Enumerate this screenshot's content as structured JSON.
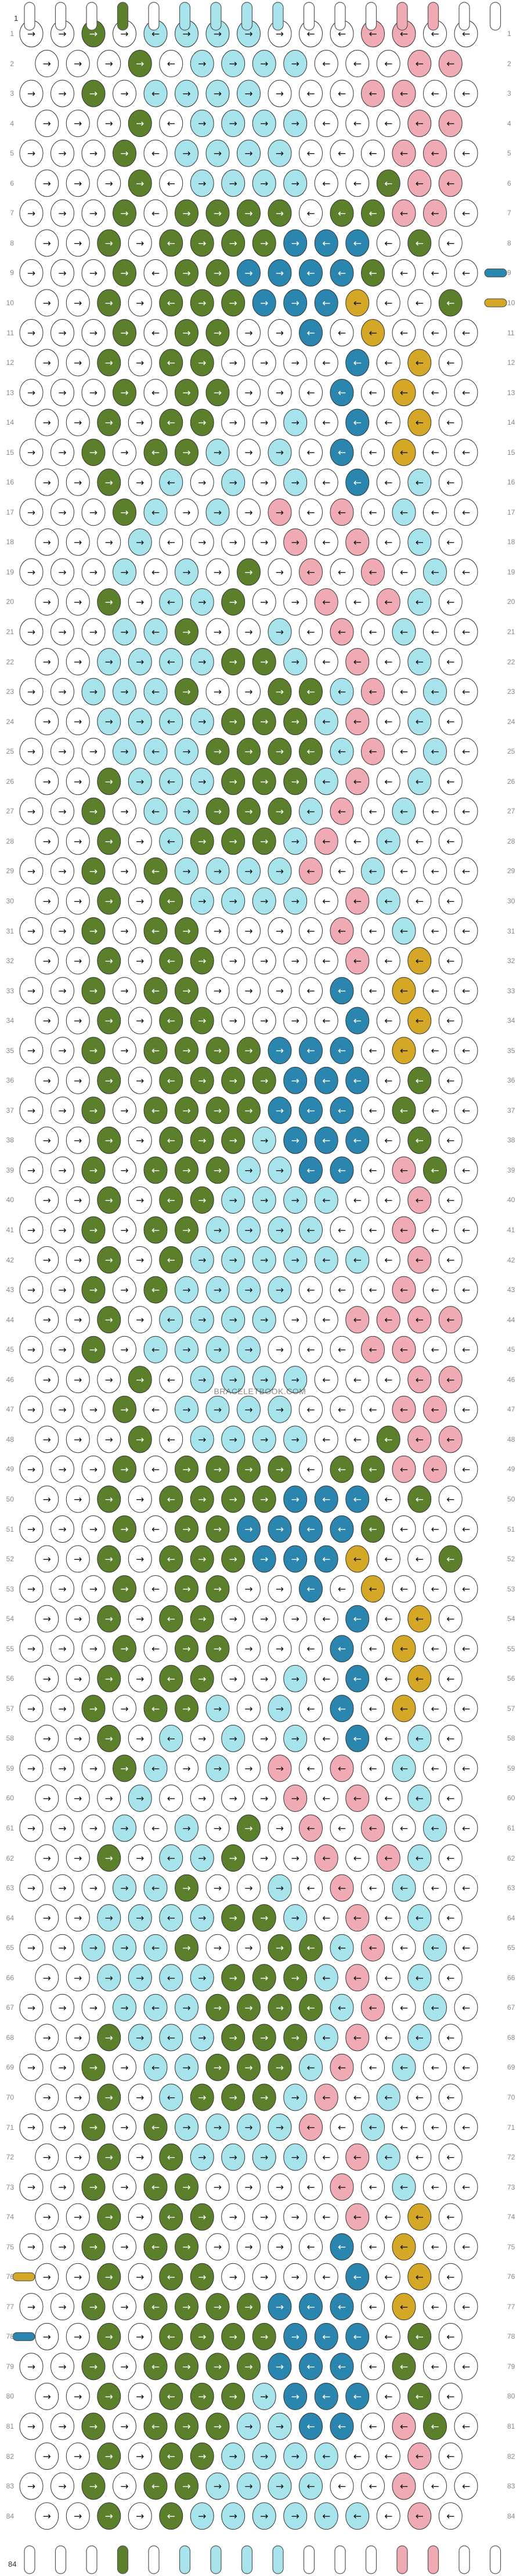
{
  "watermark": "BRACELETBOOK.COM",
  "strand_colors": {
    "A": "#ffffff",
    "B": "#a6e3ea",
    "C": "#2a86ae",
    "D": "#5b7f2a",
    "E": "#d4a826",
    "F": "#f0aab3"
  },
  "top_strands": [
    "A",
    "A",
    "A",
    "D",
    "A",
    "B",
    "B",
    "B",
    "B",
    "A",
    "A",
    "A",
    "F",
    "F",
    "A",
    "A"
  ],
  "bottom_strands": [
    "A",
    "A",
    "A",
    "D",
    "A",
    "B",
    "B",
    "B",
    "B",
    "A",
    "A",
    "A",
    "F",
    "F",
    "A",
    "A"
  ],
  "side_strands": [
    {
      "side": "right",
      "row": "9",
      "color": "C"
    },
    {
      "side": "right",
      "row": "10",
      "color": "E"
    },
    {
      "side": "left",
      "row": "76",
      "color": "E"
    },
    {
      "side": "left",
      "row": "78",
      "color": "C"
    }
  ],
  "end_labels": {
    "top_left": "1",
    "bottom_left": "84"
  },
  "rows": [
    "1",
    "2",
    "3",
    "4",
    "5",
    "6",
    "7",
    "8",
    "9",
    "10",
    "11",
    "12",
    "13",
    "14",
    "15",
    "16",
    "17",
    "18",
    "19",
    "20",
    "21",
    "22",
    "23",
    "24",
    "25",
    "26",
    "27",
    "28",
    "29",
    "30",
    "31",
    "32",
    "33",
    "34",
    "35",
    "36",
    "37",
    "38",
    "39",
    "40",
    "41",
    "42",
    "43",
    "44",
    "45",
    "46",
    "47",
    "48",
    "49",
    "50",
    "51",
    "52",
    "53",
    "54",
    "55",
    "56",
    "57",
    "58",
    "59",
    "60",
    "61",
    "62",
    "63",
    "64",
    "65",
    "66",
    "67",
    "68",
    "69",
    "70",
    "71",
    "72",
    "73",
    "74",
    "75",
    "76",
    "77",
    "78",
    "79",
    "80",
    "81",
    "82",
    "83",
    "84"
  ],
  "knot_grid": [
    "AADABBBBAAAFFA",
    "AAADABBBBAAAFF",
    "AADABBBBAAAFFA",
    "AAADABBBBAAAFF",
    "AAADABBBBAAAFF",
    "AAADABBBBAADFF",
    "AAADADDDDADDFF",
    "AADADDDDCCCADA",
    "AAADADDCCCCDAA",
    "AADADDDCCCEAAD",
    "AAADADDAACAEAA",
    "AADADDAAAACAEA",
    "AAADADDAAACAEA",
    "AADADDAABACAEA",
    "AADADDBABACAEA",
    "AADABABABACABA",
    "AAADBABAFAFABA",
    "AAABAAAAFAFABA",
    "AAABABADAFAFAB",
    "AADABBDAAFAFBA",
    "AAABBDAABAFABA",
    "AABBBBDDBAFABA",
    "AABBBDAADDBFAB",
    "AABBBBDDDBFABA",
    "AAABBBDDDDBFAB",
    "AADBBBDDDBFABA",
    "AADABBDDDBFABA",
    "AADABDDDBFABAA",
    "AADADBBBBFABAA",
    "AADADBBBBAFBAA",
    "AADADDAAAAFABA",
    "AADADDAAAAFAEA",
    "AADADDAAAACAEA",
    "AADADDAAAACAEA",
    "AADADDDDCCCAEA",
    "AADADDDDCCCADA",
    "AADADDDDCCCADA",
    "AADADDDBCCCADA",
    "AADADDDBBCCAFD",
    "AADADDBBBBAAFA",
    "AADADDBBBBAAFA",
    "AADADBBBBBBAFA",
    "AADADBBBBAAAFA",
    "AADABBBBAAFFFF",
    "AADABBBBAAAFFA",
    "AAADABBBBAAAFF",
    "AAADABBBBAAAFF",
    "AAADABBBBAADFF",
    "AAADADDDDADDFF",
    "AADADDDDCCCADA",
    "AAADADDCCCCDAA",
    "AADADDDCCCEAAD",
    "AAADADDAACAEAA",
    "AADADDAAAACAEA",
    "AAADADDAAACAEA",
    "AADADDAABACAEA",
    "AADADDBABACAEA",
    "AADABABABACABA",
    "AAADBABAFAFABA",
    "AAABAAAAFAFABA",
    "AAABABADAFAFAB",
    "AADABBDAAFAFBA",
    "AAABBDAABAFABA",
    "AABBBBDDBAFABA",
    "AABBBDAADDBFAB",
    "AABBBBDDDBFABA",
    "AAABBBDDDDBFAB",
    "AADBBBDDDBFABA",
    "AADABBDDDBFABA",
    "AADABDDDBFABAA",
    "AADADBBBBFABAA",
    "AADADBBBBAFBAA",
    "AADADDAAAAFABA",
    "AADADDAAAAFAEA",
    "AADADDAAAACAEA",
    "AADADDAAAACAEA",
    "AADADDDDCCCAEA",
    "AADADDDDCCCADA",
    "AADADDDDCCCADA",
    "AADADDDBCCCADA",
    "AADADDDBBCCAFD",
    "AADADDBBBBAAFA",
    "AADADDBBBBAAFA",
    "AADADBBBBBBAFA"
  ],
  "arrow_rows": {
    "odd": "→→→→←→→→→←←←←←",
    "even": "→→→→←→→→→←←←←←"
  }
}
